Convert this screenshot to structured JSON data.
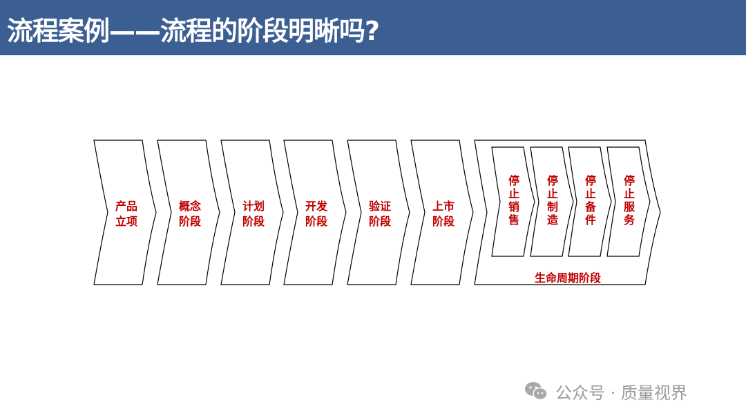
{
  "header": {
    "title": "流程案例——流程的阶段明晰吗?"
  },
  "stages": [
    {
      "label": "产品\n立项"
    },
    {
      "label": "概念\n阶段"
    },
    {
      "label": "计划\n阶段"
    },
    {
      "label": "开发\n阶段"
    },
    {
      "label": "验证\n阶段"
    },
    {
      "label": "上市\n阶段"
    }
  ],
  "lifecycle": {
    "label": "生命周期阶段",
    "sub_stages": [
      {
        "label": "停止销售"
      },
      {
        "label": "停止制造"
      },
      {
        "label": "停止备件"
      },
      {
        "label": "停止服务"
      }
    ]
  },
  "watermark": {
    "text": "公众号 · 质量视界"
  },
  "colors": {
    "header_bg": "#3b5e93",
    "label_text": "#c00000",
    "outline": "#000000"
  }
}
